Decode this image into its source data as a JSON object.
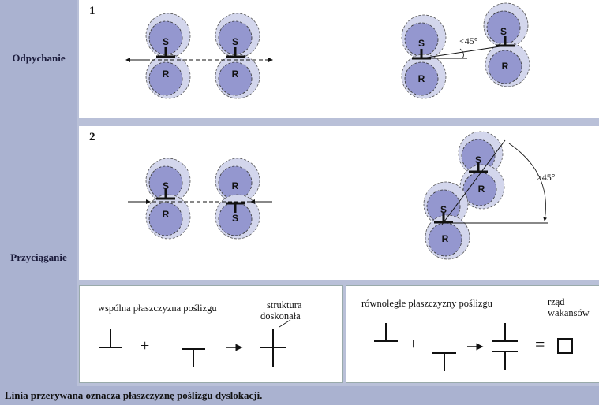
{
  "labels": {
    "repulsion": "Odpychanie",
    "attraction": "Przyciąganie"
  },
  "panels": {
    "panel1_number": "1",
    "panel2_number": "2"
  },
  "angles": {
    "repulsion_angle": "<45°",
    "attraction_angle": ">45°"
  },
  "atoms": {
    "s": "S",
    "r": "R"
  },
  "bottom_left": {
    "common_plane": "wspólna płaszczyzna poślizgu",
    "perfect_structure_line1": "struktura",
    "perfect_structure_line2": "doskonała",
    "plus": "+"
  },
  "bottom_right": {
    "parallel_planes": "równoległe płaszczyzny poślizgu",
    "vacancy_row_line1": "rząd",
    "vacancy_row_line2": "wakansów",
    "plus": "+",
    "equals": "="
  },
  "caption": "Linia przerywana oznacza płaszczyznę poślizgu dyslokacji.",
  "colors": {
    "sidebar": "#aab2d0",
    "atom_outer": "#c9cce6",
    "atom_inner": "#8e8fc8"
  }
}
